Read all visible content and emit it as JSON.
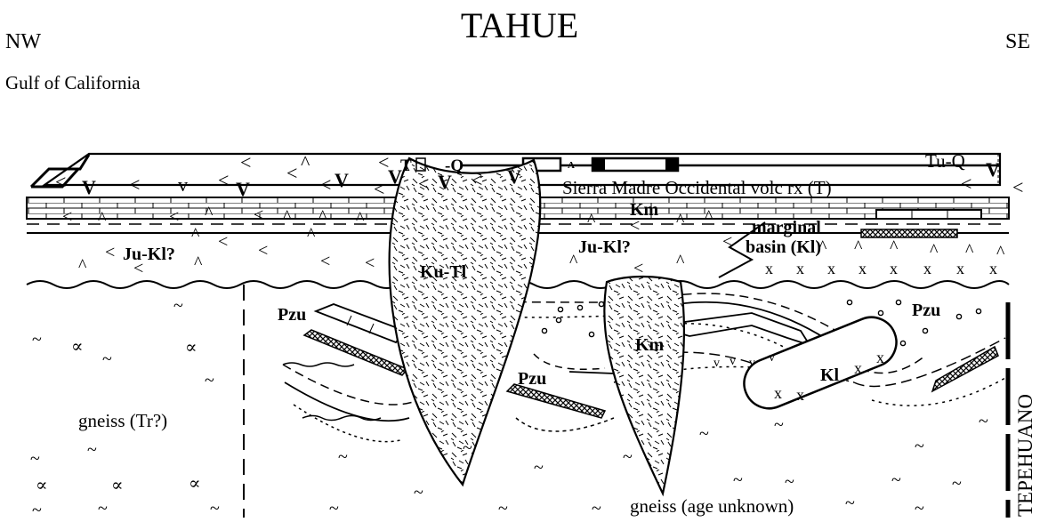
{
  "header": {
    "title": "TAHUE",
    "left_direction": "NW",
    "right_direction": "SE",
    "locale": "Gulf of California"
  },
  "side_label": "TEPEHUANO",
  "units": {
    "cover": "Tu-Q",
    "volcanics": "Sierra Madre Occidental volc rx (T)",
    "limestone": "Km",
    "arc_west": "Ju-Kl?",
    "arc_east": "Ju-Kl?",
    "pluton_large": "Ku-Tl",
    "pluton_small": "Km",
    "marginal_basin_line1": "marginal",
    "marginal_basin_line2": "basin (Kl)",
    "pzu_west": "Pzu",
    "pzu_center": "Pzu",
    "pzu_east": "Pzu",
    "kl_body": "Kl",
    "gneiss_west": "gneiss (Tr?)",
    "gneiss_east": "gneiss (age unknown)"
  },
  "legend_symbols": {
    "t_mark": "T",
    "q_mark": "-Q",
    "a_mark": "A"
  },
  "colors": {
    "ink": "#000000",
    "paper": "#ffffff"
  }
}
